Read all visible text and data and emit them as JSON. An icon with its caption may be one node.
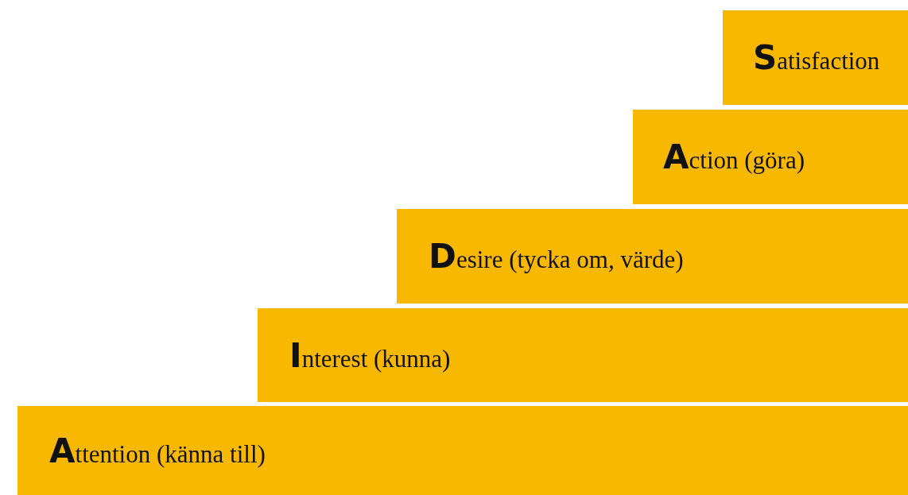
{
  "diagram": {
    "nodes": [
      {
        "text": [
          "**S**atisfaction"
        ]
      },
      {
        "text": [
          "**A**ction (göra)"
        ]
      },
      {
        "text": [
          "**D**esire (tycka om, värde)"
        ]
      },
      {
        "text": [
          "**I**nterest (kunna)"
        ]
      },
      {
        "text": [
          "**A**ttention (känna till)"
        ]
      }
    ]
  }
}
